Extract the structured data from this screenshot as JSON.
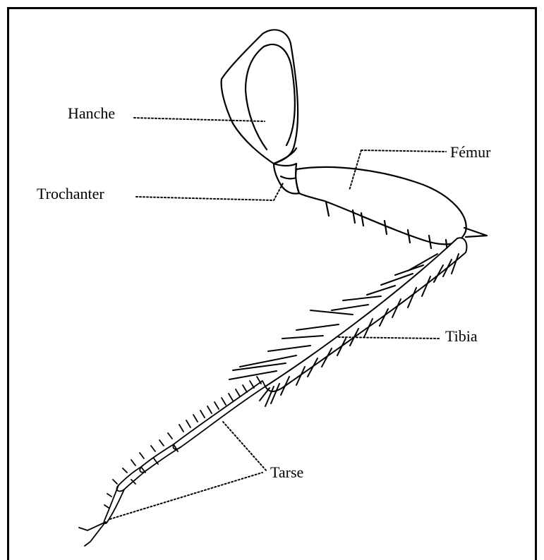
{
  "labels": {
    "hanche": "Hanche",
    "femur": "Fémur",
    "trochanter": "Trochanter",
    "tibia": "Tibia",
    "tarse": "Tarse"
  },
  "colors": {
    "ink": "#000000",
    "background": "#ffffff"
  }
}
